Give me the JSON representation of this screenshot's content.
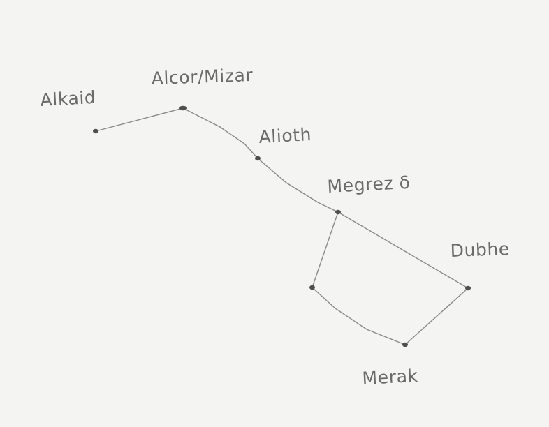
{
  "diagram": {
    "type": "constellation-sketch",
    "colors": {
      "paper": "#f4f4f3",
      "pencil": "#6a6a6a",
      "line": "#8a8a8a",
      "star": "#4f4f4f"
    },
    "stars": [
      {
        "id": "alkaid",
        "label": "Alkaid"
      },
      {
        "id": "alcor-mizar",
        "label": "Alcor/Mizar"
      },
      {
        "id": "alioth",
        "label": "Alioth"
      },
      {
        "id": "megrez",
        "label": "Megrez δ"
      },
      {
        "id": "dubhe",
        "label": "Dubhe"
      },
      {
        "id": "merak",
        "label": "Merak"
      },
      {
        "id": "phecda",
        "label": ""
      }
    ],
    "edges": [
      {
        "from": "alkaid",
        "to": "alcor-mizar"
      },
      {
        "from": "alcor-mizar",
        "to": "alioth"
      },
      {
        "from": "alioth",
        "to": "megrez"
      },
      {
        "from": "megrez",
        "to": "dubhe"
      },
      {
        "from": "megrez",
        "to": "phecda"
      },
      {
        "from": "phecda",
        "to": "merak"
      },
      {
        "from": "merak",
        "to": "dubhe"
      }
    ]
  }
}
